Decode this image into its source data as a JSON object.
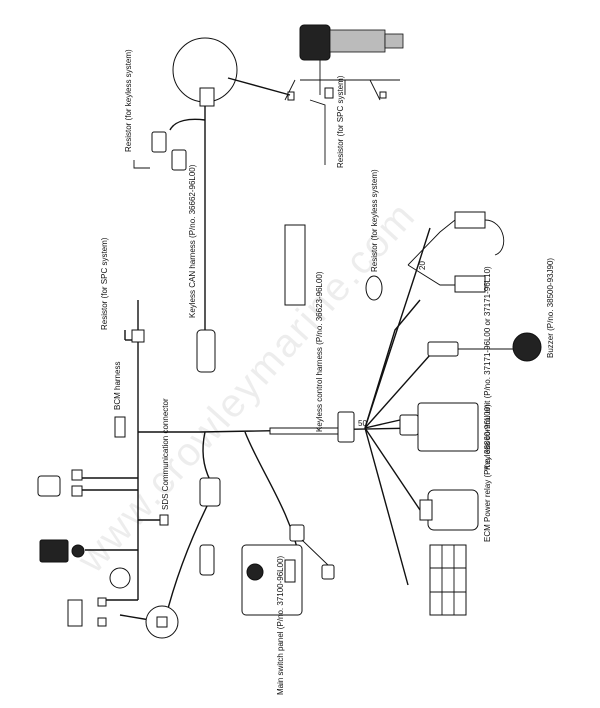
{
  "labels": {
    "resistor_keyless_top": "Resistor (for keyless system)",
    "resistor_spc": "Resistor (for SPC system)",
    "keyless_can_harness": "Keyless CAN harness (P/no. 36662-96L00)",
    "resistor_spc_left": "Resistor (for SPC system)",
    "bcm_harness": "BCM harness",
    "sds_connector": "SDS Communication connector",
    "keyless_control_harness": "Keyless control harness (P/no. 36623-96L00)",
    "resistor_keyless_right": "Resistor (for keyless system)",
    "buzzer": "Buzzer (P/no. 38500-93J90)",
    "keyless_control_unit": "Keyless control unit (P/no. 37171-96L00 or 37171-96L10)",
    "ecm_power_relay": "ECM Power relay (P/no. 38860-96L00)",
    "main_switch_panel": "Main switch panel (P/no. 37100-96L00)"
  },
  "marks": {
    "connector_50": "50",
    "connector_20": "20"
  },
  "watermark": "www.crowleymarine.com"
}
